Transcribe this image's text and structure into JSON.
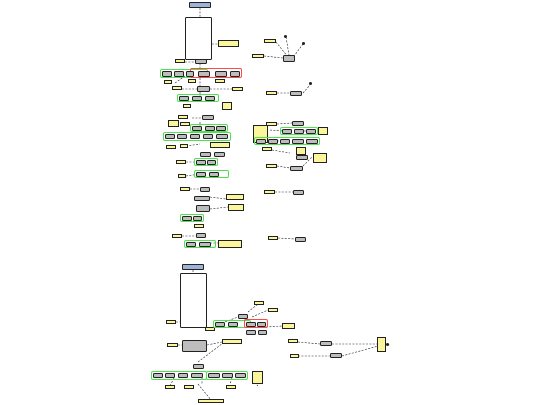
{
  "diagram": {
    "nodes": [
      {
        "id": "top-header",
        "style": "blue",
        "label": ""
      },
      {
        "id": "top-text-block",
        "style": "white",
        "label": ""
      },
      {
        "id": "bottom-header",
        "style": "blue",
        "label": ""
      },
      {
        "id": "bottom-text-block",
        "style": "white",
        "label": ""
      },
      {
        "id": "bottom-end-box",
        "style": "yellow",
        "label": ""
      }
    ]
  }
}
